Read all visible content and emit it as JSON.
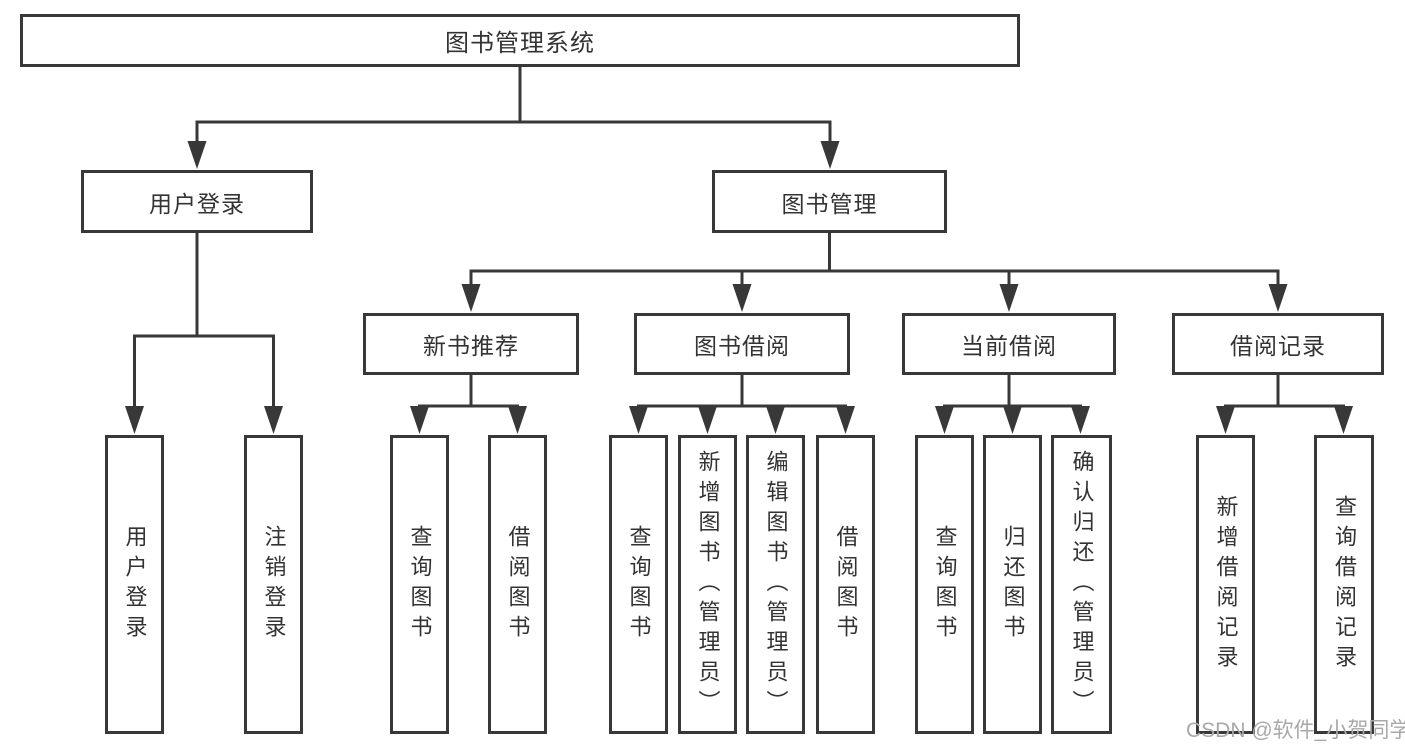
{
  "diagram": {
    "type": "hierarchy-tree",
    "tree": {
      "root": {
        "id": "library-system",
        "label": "图书管理系统"
      },
      "children": [
        {
          "id": "user-login-group",
          "label": "用户登录",
          "children": [
            {
              "id": "user-login",
              "label": "用户登录"
            },
            {
              "id": "logout",
              "label": "注销登录"
            }
          ]
        },
        {
          "id": "book-management",
          "label": "图书管理",
          "children": [
            {
              "id": "new-book-recommend",
              "label": "新书推荐",
              "children": [
                {
                  "id": "query-books-1",
                  "label": "查询图书"
                },
                {
                  "id": "borrow-books-1",
                  "label": "借阅图书"
                }
              ]
            },
            {
              "id": "book-borrowing",
              "label": "图书借阅",
              "children": [
                {
                  "id": "query-books-2",
                  "label": "查询图书"
                },
                {
                  "id": "add-books-admin",
                  "label": "新增图书（管理员）"
                },
                {
                  "id": "edit-books-admin",
                  "label": "编辑图书（管理员）"
                },
                {
                  "id": "borrow-books-2",
                  "label": "借阅图书"
                }
              ]
            },
            {
              "id": "current-borrowing",
              "label": "当前借阅",
              "children": [
                {
                  "id": "query-books-3",
                  "label": "查询图书"
                },
                {
                  "id": "return-books",
                  "label": "归还图书"
                },
                {
                  "id": "confirm-return-admin",
                  "label": "确认归还（管理员）"
                }
              ]
            },
            {
              "id": "borrowing-records",
              "label": "借阅记录",
              "children": [
                {
                  "id": "add-borrow-record",
                  "label": "新增借阅记录"
                },
                {
                  "id": "query-borrow-record",
                  "label": "查询借阅记录"
                }
              ]
            }
          ]
        }
      ]
    },
    "colors": {
      "line": "#383838",
      "box_border": "#383838",
      "box_fill": "#ffffff",
      "text": "#333333",
      "watermark": "#a9a9a9",
      "background": "#ffffff"
    }
  },
  "watermark": {
    "text": "CSDN @软件_小贺同学"
  }
}
